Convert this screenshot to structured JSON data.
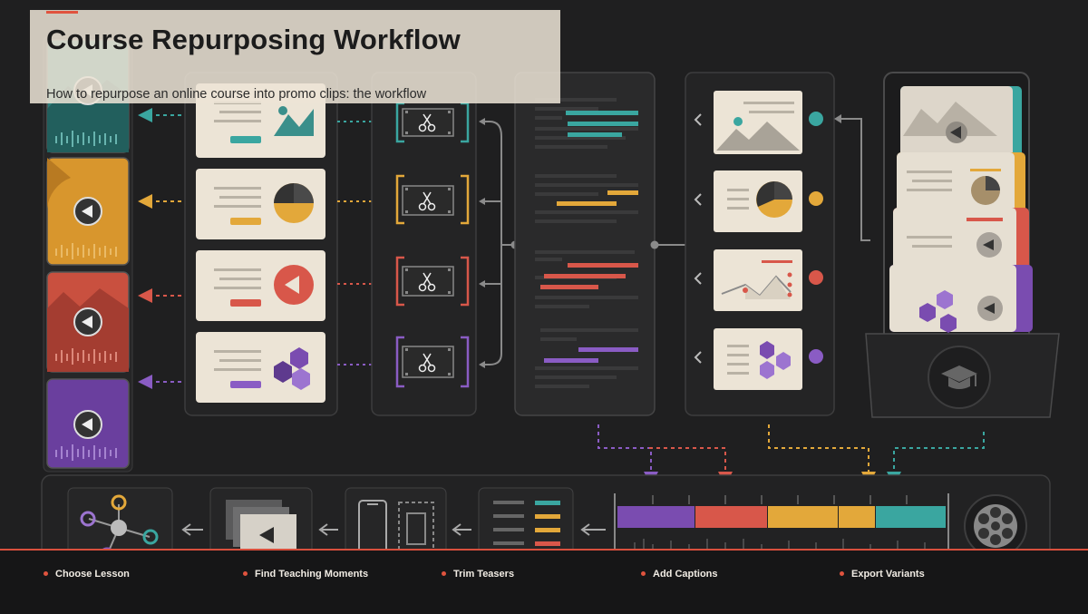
{
  "header": {
    "title": "Course Repurposing Workflow",
    "subtitle": "How to repurpose an online course into promo clips: the workflow"
  },
  "steps": [
    {
      "label": "Choose Lesson"
    },
    {
      "label": "Find Teaching Moments"
    },
    {
      "label": "Trim Teasers"
    },
    {
      "label": "Add Captions"
    },
    {
      "label": "Export Variants"
    }
  ],
  "colors": {
    "background": "#1f1f20",
    "accent": "#e0533e",
    "teal": "#3aa6a0",
    "gold": "#e3a83a",
    "red": "#d8574a",
    "purple": "#7a4cb0",
    "card": "#ece4d6"
  },
  "icons": [
    "film-reel-icon",
    "graduation-cap-icon",
    "scissors-icon",
    "play-icon",
    "phone-icon",
    "network-icon"
  ]
}
